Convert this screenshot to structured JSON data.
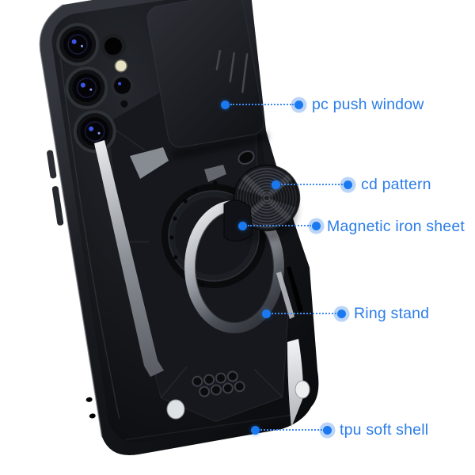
{
  "page": {
    "background": "#ffffff"
  },
  "product": {
    "name": "armor phone case",
    "description": "black rugged phone case with sliding camera cover, CD-pattern magnetic plate and kickstand ring",
    "case_color": "#121418"
  },
  "colors": {
    "accent_blue": "#2b7de9",
    "dot_blue": "#1a79f0",
    "silver_accent": "#c9ccd1",
    "flash_yellow": "#e8e2c4"
  },
  "callouts": [
    {
      "label": "pc push window"
    },
    {
      "label": "cd pattern"
    },
    {
      "label": "Magnetic iron sheet"
    },
    {
      "label": "Ring stand"
    },
    {
      "label": "tpu soft shell"
    }
  ]
}
